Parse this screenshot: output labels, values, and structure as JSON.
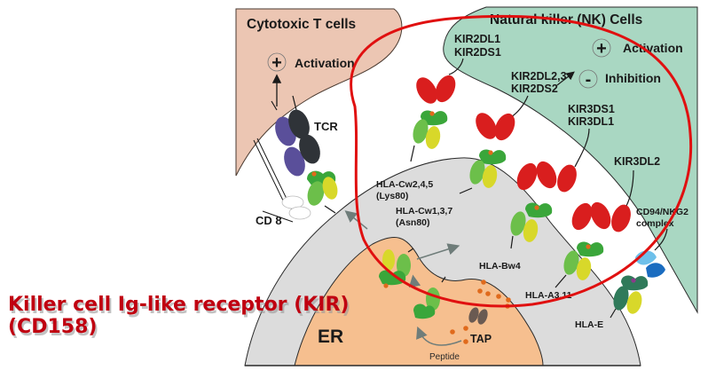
{
  "colors": {
    "t_cell_fill": "#ecc6b3",
    "nk_cell_fill": "#a9d7c2",
    "apc_fill": "#dcdcdc",
    "er_fill": "#f6bf8f",
    "kir_red": "#d91e1e",
    "highlight_ring": "#e01010",
    "title_red": "#c00010",
    "hla_green_dark": "#3aa63a",
    "hla_green_light": "#6cbf4a",
    "hla_yellow": "#d8d82a",
    "tcr_purple": "#5a4f9a",
    "tcr_dark": "#2f3338",
    "peptide_orange": "#e06a1c",
    "cd94_light_blue": "#6ec0ea",
    "cd94_dark_blue": "#1a6cc0",
    "hla_e_green": "#2f7a5a",
    "tap_brown": "#6a5a52"
  },
  "cells": {
    "t_cell": {
      "label": "Cytotoxic T cells",
      "activation_symbol": "+",
      "activation_label": "Activation"
    },
    "nk_cell": {
      "label": "Natural killer (NK) Cells",
      "activation_symbol": "+",
      "activation_label": "Activation",
      "inhibition_symbol": "-",
      "inhibition_label": "Inhibition"
    },
    "er": {
      "label": "ER"
    }
  },
  "receptors": {
    "tcr": "TCR",
    "cd8": "CD 8",
    "kir_group1": [
      "KIR2DL1",
      "KIR2DS1"
    ],
    "kir_group2": [
      "KIR2DL2,3",
      "KIR2DS2"
    ],
    "kir_group3": [
      "KIR3DS1",
      "KIR3DL1"
    ],
    "kir_group4": "KIR3DL2",
    "cd94": [
      "CD94/NKG2",
      "complex"
    ]
  },
  "ligands": {
    "hla_cw245": [
      "HLA-Cw2,4,5",
      "(Lys80)"
    ],
    "hla_cw137": [
      "HLA-Cw1,3,7",
      "(Asn80)"
    ],
    "hla_bw4": "HLA-Bw4",
    "hla_a311": "HLA-A3,11",
    "hla_e": "HLA-E",
    "tap": "TAP",
    "peptide": "Peptide"
  },
  "title": {
    "line1": "Killer cell Ig-like receptor (KIR)",
    "line2": "(CD158)"
  }
}
